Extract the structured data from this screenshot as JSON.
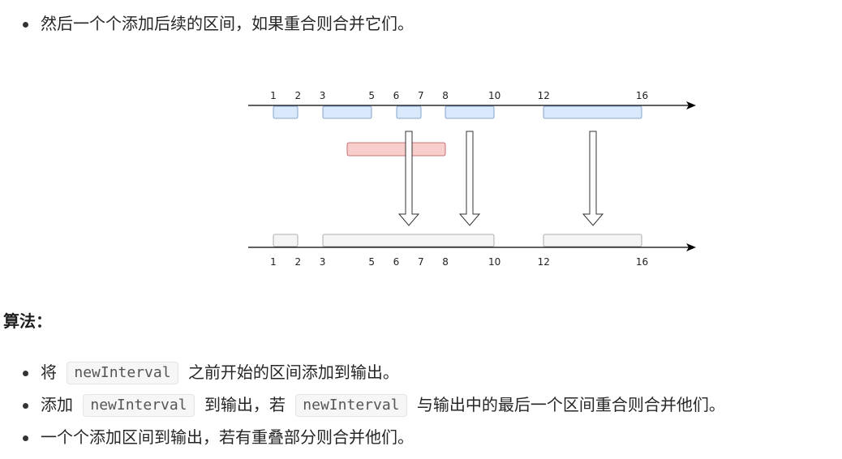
{
  "intro_bullets": [
    {
      "text": "然后一个个添加后续的区间，如果重合则合并它们。"
    }
  ],
  "diagram": {
    "top_axis_ticks": [
      "1",
      "2",
      "3",
      "5",
      "6",
      "7",
      "8",
      "10",
      "12",
      "16"
    ],
    "bottom_axis_ticks": [
      "1",
      "2",
      "3",
      "5",
      "6",
      "7",
      "8",
      "10",
      "12",
      "16"
    ],
    "colors": {
      "existing_interval": "#dae8fc",
      "existing_border": "#6c8ebf",
      "new_interval": "#f8cecc",
      "new_border": "#b85450",
      "merged_interval": "#f5f5f5",
      "merged_border": "#999999"
    }
  },
  "section_heading": "算法：",
  "algorithm_bullets": [
    {
      "before": "将",
      "code": "newInterval",
      "after": "之前开始的区间添加到输出。"
    },
    {
      "before": "添加",
      "code": "newInterval",
      "middle": "到输出，若",
      "code2": "newInterval",
      "after": "与输出中的最后一个区间重合则合并他们。"
    },
    {
      "text": "一个个添加区间到输出，若有重叠部分则合并他们。"
    }
  ]
}
